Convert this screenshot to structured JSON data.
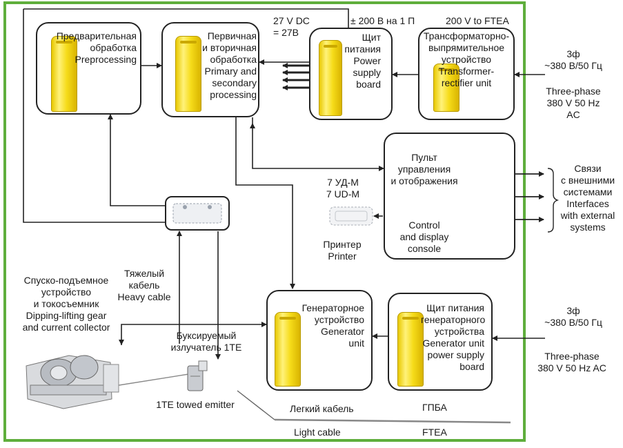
{
  "labels": {
    "preprocessing": "Предварительная\nобработка\nPreprocessing",
    "primary_secondary": "Первичная\nи вторичная\nобработка\nPrimary and\nsecondary\nprocessing",
    "power_supply_board": "Щит\nпитания\nPower\nsupply\nboard",
    "transformer_rectifier": "Трансформаторно-\nвыпрямительное\nустройство\nTransformer-\nrectifier unit",
    "dc_27v": "27 V DC\n= 27В",
    "ac_200v": "± 200 В на 1 П",
    "to_ftea": "200 V to FTEA",
    "mains_top_ru": "3ф\n~380 В/50 Гц",
    "mains_top_en": "Three-phase\n380 V 50 Hz\nAC",
    "console_ru": "Пульт\nуправления\nи отображения",
    "console_en": "Control\nand display\nconsole",
    "interfaces": "Связи\nс внешними\nсистемами\nInterfaces\nwith external\nsystems",
    "ud_m": "7 УД-М\n7 UD-M",
    "printer": "Принтер\nPrinter",
    "heavy_cable": "Тяжелый\nкабель\nHeavy cable",
    "dipping_gear": "Спуско-подъемное\nустройство\nи токосъемник\nDipping-lifting gear\nand current collector",
    "towed_emitter_ru": "Буксируемый\nизлучатель 1ТЕ",
    "towed_emitter_en": "1TE towed emitter",
    "generator": "Генераторное\nустройство\nGenerator\nunit",
    "gen_power_board": "Щит питания\nгенераторного\nустройства\nGenerator unit\npower supply\nboard",
    "mains_bottom_ru": "3ф\n~380 В/50 Гц",
    "mains_bottom_en": "Three-phase\n380 V 50 Hz AC",
    "light_cable_ru": "Легкий кабель",
    "light_cable_en": "Light cable",
    "gpba": "ГПБА",
    "ftea": "FTEA"
  },
  "colors": {
    "frame_green": "#5fae3c",
    "cabinet_yellow": "#f3d512",
    "wire": "#222222",
    "console_blue": "#2f6fc4"
  }
}
